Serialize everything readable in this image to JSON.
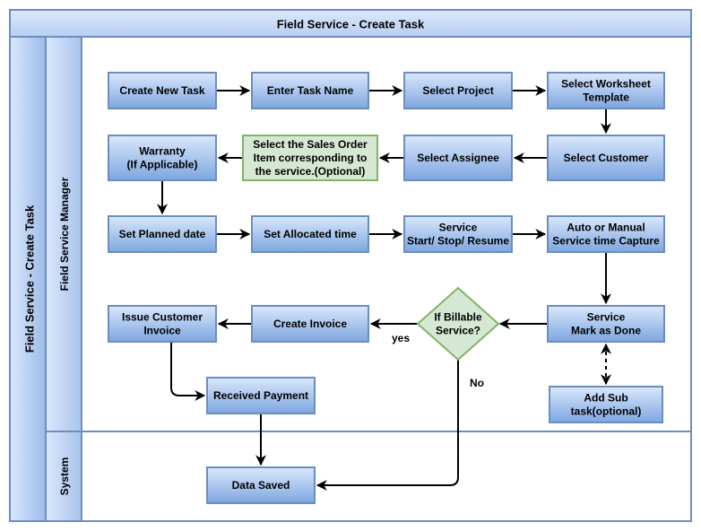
{
  "diagram": {
    "title": "Field Service - Create Task",
    "pool_label": "Field Service - Create Task",
    "lanes": {
      "manager": "Field Service Manager",
      "system": "System"
    },
    "nodes": {
      "create_new_task": [
        "Create New Task"
      ],
      "enter_task_name": [
        "Enter Task Name"
      ],
      "select_project": [
        "Select Project"
      ],
      "select_worksheet": [
        "Select Worksheet",
        "Template"
      ],
      "warranty": [
        "Warranty",
        "(If Applicable)"
      ],
      "select_sales_order": [
        "Select the Sales Order",
        "Item corresponding to",
        "the service.(Optional)"
      ],
      "select_assignee": [
        "Select Assignee"
      ],
      "select_customer": [
        "Select Customer"
      ],
      "set_planned_date": [
        "Set Planned date"
      ],
      "set_allocated_time": [
        "Set Allocated time"
      ],
      "service_start": [
        "Service",
        "Start/ Stop/ Resume"
      ],
      "time_capture": [
        "Auto or Manual",
        "Service time Capture"
      ],
      "issue_invoice": [
        "Issue Customer",
        "Invoice"
      ],
      "create_invoice": [
        "Create Invoice"
      ],
      "if_billable": [
        "If Billable",
        "Service?"
      ],
      "mark_done": [
        "Service",
        "Mark as Done"
      ],
      "received_payment": [
        "Received Payment"
      ],
      "add_subtask": [
        "Add Sub",
        "task(optional)"
      ],
      "data_saved": [
        "Data Saved"
      ]
    },
    "edge_labels": {
      "yes": "yes",
      "no": "No"
    },
    "colors": {
      "box_fill_top": "#dae8fc",
      "box_fill_bottom": "#7ea6e0",
      "box_stroke": "#6c8ebf",
      "green_fill": "#d5e8d4",
      "green_stroke": "#82b366",
      "header_fill": "#dae8fc"
    }
  }
}
